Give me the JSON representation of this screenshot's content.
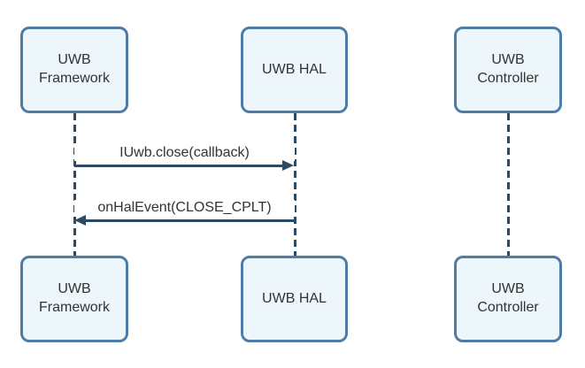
{
  "diagram": {
    "type": "sequence-diagram",
    "actors": [
      {
        "id": "uwb-framework",
        "label": "UWB Framework"
      },
      {
        "id": "uwb-hal",
        "label": "UWB HAL"
      },
      {
        "id": "uwb-controller",
        "label": "UWB Controller"
      }
    ],
    "messages": [
      {
        "label": "IUwb.close(callback)",
        "from": "UWB Framework",
        "to": "UWB HAL",
        "direction": "right"
      },
      {
        "label": "onHalEvent(CLOSE_CPLT)",
        "from": "UWB HAL",
        "to": "UWB Framework",
        "direction": "left"
      }
    ],
    "colors": {
      "box_fill": "#edf6fb",
      "box_border": "#4e7ca6",
      "line": "#2c4a63",
      "text": "#333333",
      "bg": "#ffffff"
    }
  }
}
